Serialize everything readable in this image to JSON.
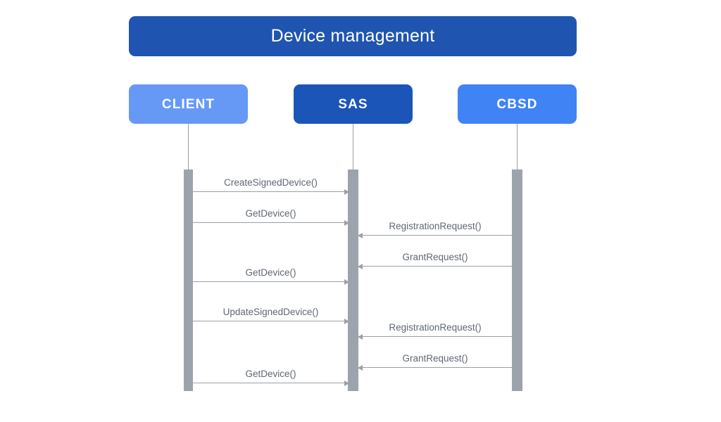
{
  "diagram": {
    "type": "sequence-diagram",
    "title": "Device management",
    "colors": {
      "title_bar": "#1F55B0",
      "client_box": "#6699F5",
      "sas_box": "#1B55B8",
      "cbsd_box": "#3F83F5",
      "activation_bar": "#9DA3AC",
      "message_line": "#9AA0A8",
      "message_label": "#5F6673",
      "background": "#FFFFFF"
    },
    "actors": [
      {
        "id": "client",
        "label": "CLIENT"
      },
      {
        "id": "sas",
        "label": "SAS"
      },
      {
        "id": "cbsd",
        "label": "CBSD"
      }
    ],
    "messages": [
      {
        "index": 1,
        "label": "CreateSignedDevice()",
        "from": "CLIENT",
        "to": "SAS",
        "direction": "right"
      },
      {
        "index": 2,
        "label": "GetDevice()",
        "from": "CLIENT",
        "to": "SAS",
        "direction": "right"
      },
      {
        "index": 3,
        "label": "RegistrationRequest()",
        "from": "CBSD",
        "to": "SAS",
        "direction": "left"
      },
      {
        "index": 4,
        "label": "GrantRequest()",
        "from": "CBSD",
        "to": "SAS",
        "direction": "left"
      },
      {
        "index": 5,
        "label": "GetDevice()",
        "from": "CLIENT",
        "to": "SAS",
        "direction": "right"
      },
      {
        "index": 6,
        "label": "UpdateSignedDevice()",
        "from": "CLIENT",
        "to": "SAS",
        "direction": "right"
      },
      {
        "index": 7,
        "label": "RegistrationRequest()",
        "from": "CBSD",
        "to": "SAS",
        "direction": "left"
      },
      {
        "index": 8,
        "label": "GrantRequest()",
        "from": "CBSD",
        "to": "SAS",
        "direction": "left"
      },
      {
        "index": 9,
        "label": "GetDevice()",
        "from": "CLIENT",
        "to": "SAS",
        "direction": "right"
      }
    ]
  }
}
